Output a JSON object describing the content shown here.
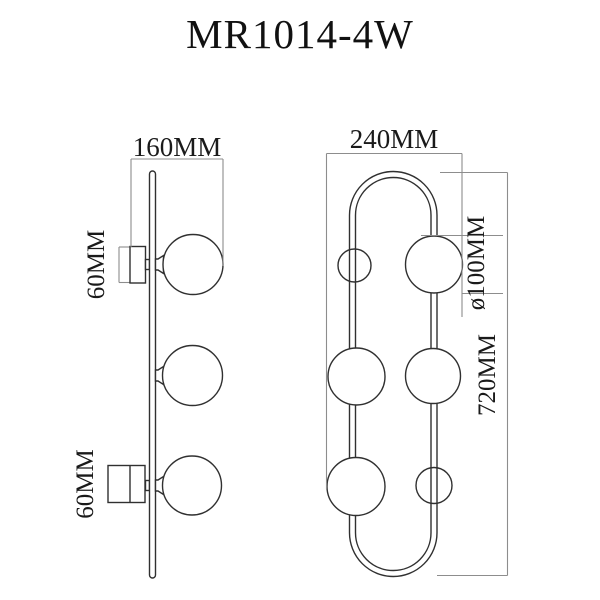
{
  "title": "MR1014-4W",
  "colors": {
    "background": "#ffffff",
    "outline": "#303030",
    "dimension_line": "#8d8d8d",
    "text": "#1a1a1a"
  },
  "side_view": {
    "width_label": "160MM",
    "top_canopy_label": "60MM",
    "bottom_canopy_label": "60MM"
  },
  "front_view": {
    "width_label": "240MM",
    "sphere_diameter_label": "ø100MM",
    "height_label": "720MM"
  }
}
